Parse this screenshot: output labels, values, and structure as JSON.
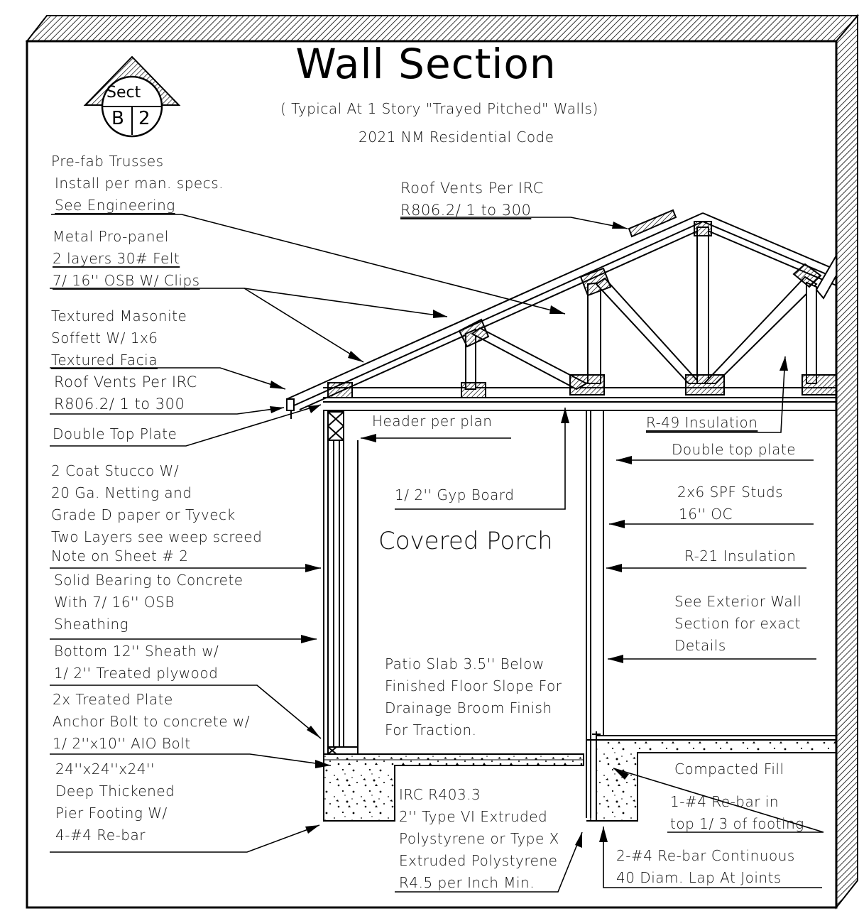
{
  "title": "Wall Section",
  "subtitle": "( Typical At 1 Story \"Trayed Pitched\" Walls)",
  "code_reference": "2021 NM Residential Code",
  "section_marker": {
    "top": "Sect",
    "left": "B",
    "right": "2"
  },
  "room_label": "Covered Porch",
  "callouts_left": {
    "trusses": [
      "Pre-fab Trusses",
      "Install per man. specs.",
      "See Engineering"
    ],
    "roofing": [
      "Metal Pro-panel",
      "2 layers 30# Felt",
      "7/ 16'' OSB W/ Clips"
    ],
    "soffit": [
      "Textured Masonite",
      "Soffett W/ 1x6",
      "Textured Facia"
    ],
    "soffit_vents": [
      "Roof Vents Per IRC",
      "R806.2/ 1 to 300"
    ],
    "top_plate": [
      "Double Top Plate"
    ],
    "stucco": [
      "2 Coat Stucco W/",
      "20 Ga. Netting and",
      "Grade D paper or Tyveck",
      "Two Layers see weep screed",
      "Note on Sheet # 2"
    ],
    "bearing": [
      "Solid Bearing to Concrete",
      "With 7/ 16'' OSB",
      "Sheathing"
    ],
    "sheath": [
      "Bottom 12'' Sheath w/",
      "1/ 2'' Treated plywood"
    ],
    "plate": [
      "2x Treated Plate",
      "Anchor Bolt to concrete w/",
      "1/ 2''x10'' AIO Bolt"
    ],
    "footing": [
      "24''x24''x24''",
      "Deep Thickened",
      "Pier Footing W/",
      "4-#4 Re-bar"
    ]
  },
  "callouts_center": {
    "roof_vents": [
      "Roof Vents Per IRC",
      "R806.2/ 1 to 300"
    ],
    "header": [
      "Header per plan"
    ],
    "gyp": [
      "1/ 2'' Gyp Board"
    ],
    "patio": [
      "Patio Slab 3.5'' Below",
      "Finished Floor Slope For",
      "Drainage Broom Finish",
      "For Traction."
    ],
    "irc": [
      "IRC R403.3",
      "2'' Type VI Extruded",
      "Polystyrene or Type X",
      "Extruded Polystyrene",
      "R4.5 per Inch Min."
    ]
  },
  "callouts_right": {
    "r49": [
      "R-49 Insulation"
    ],
    "top_plate": [
      "Double top plate"
    ],
    "studs": [
      "2x6 SPF Studs",
      "16'' OC"
    ],
    "r21": [
      "R-21 Insulation"
    ],
    "ext_wall": [
      "See Exterior Wall",
      "Section for exact",
      "Details"
    ],
    "fill": [
      "Compacted Fill"
    ],
    "rebar_top": [
      "1-#4 Re-bar in",
      "top 1/ 3 of footing"
    ],
    "rebar_cont": [
      "2-#4 Re-bar Continuous",
      "40 Diam. Lap At Joints"
    ]
  },
  "colors": {
    "ink": "#111111",
    "background": "#ffffff"
  }
}
